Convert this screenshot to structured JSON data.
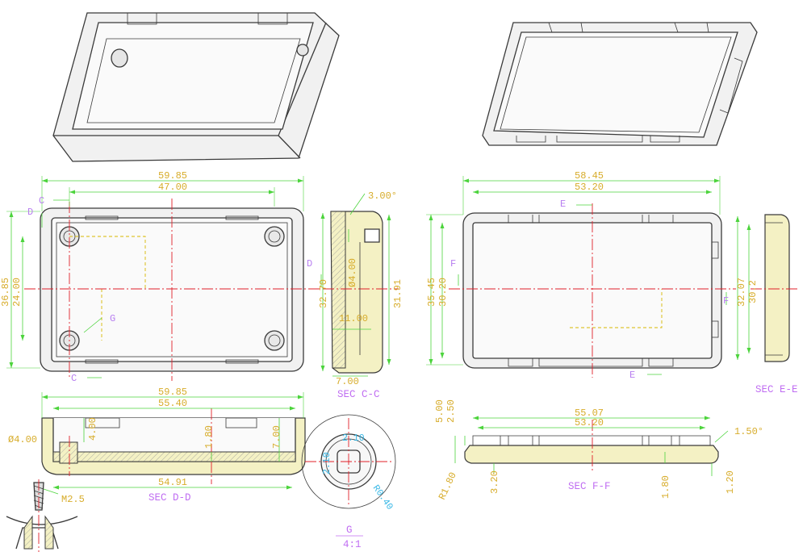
{
  "top_width_dims": {
    "left_outer": "59.85",
    "left_inner": "47.00",
    "right_outer": "58.45",
    "right_inner": "53.20"
  },
  "left_plan_height_dims": {
    "outer": "36.85",
    "inner": "24.00"
  },
  "section_cc": {
    "draft_angle": "3.00°",
    "hole_dia": "Ø4.00",
    "height_inner": "32.70",
    "height_outer": "31.91",
    "depth": "11.00",
    "wall": "7.00",
    "label": "SEC C-C"
  },
  "left_bottom_dims": {
    "outer": "59.85",
    "inner": "55.40",
    "base": "54.91"
  },
  "section_dd": {
    "boss_dia": "Ø4.00",
    "boss_h": "4.00",
    "floor": "1.80",
    "edge_h": "7.00",
    "label": "SEC D-D",
    "screw": "M2.5"
  },
  "detail_g": {
    "d_top": "2.10",
    "d_left": "2.10",
    "radius": "R0.40",
    "name": "G",
    "scale": "4:1"
  },
  "right_plan_height_dims": {
    "outer": "35.45",
    "inner": "30.20"
  },
  "section_ee": {
    "h_outer": "32.07",
    "h_inner": "30.2",
    "label": "SEC E-E"
  },
  "section_ff": {
    "h_total": "5.00",
    "h_lip": "2.50",
    "width_outer": "55.07",
    "width_inner": "53.20",
    "draft_angle": "1.50°",
    "radius": "R1.80",
    "lip_w": "3.20",
    "floor": "1.80",
    "bottom_t": "1.20",
    "label": "SEC F-F"
  },
  "cut_labels": {
    "c_top": "C",
    "c_bottom": "C",
    "d_left": "D",
    "d_right": "D",
    "g": "G",
    "e_top": "E",
    "e_bottom": "E",
    "f_left": "F",
    "f_right": "F"
  }
}
